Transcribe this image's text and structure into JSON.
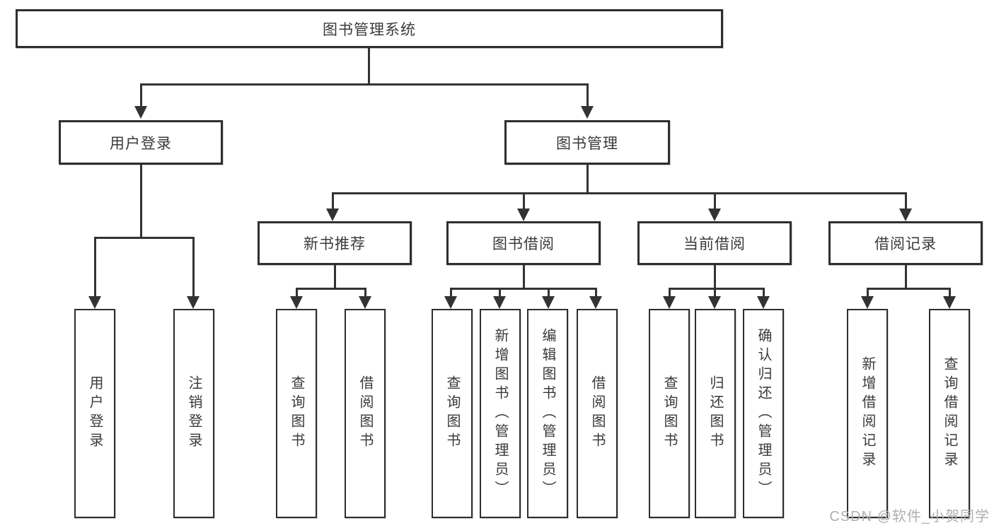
{
  "tree": {
    "root": "图书管理系统",
    "user": {
      "label": "用户登录",
      "children": [
        "用户登录",
        "注销登录"
      ]
    },
    "book": {
      "label": "图书管理",
      "sections": [
        {
          "label": "新书推荐",
          "children": [
            "查询图书",
            "借阅图书"
          ]
        },
        {
          "label": "图书借阅",
          "children": [
            "查询图书",
            "新增图书（管理员）",
            "编辑图书（管理员）",
            "借阅图书"
          ]
        },
        {
          "label": "当前借阅",
          "children": [
            "查询图书",
            "归还图书",
            "确认归还（管理员）"
          ]
        },
        {
          "label": "借阅记录",
          "children": [
            "新增借阅记录",
            "查询借阅记录"
          ]
        }
      ]
    }
  },
  "watermark": "CSDN @软件_小贺同学",
  "colors": {
    "line": "#333333",
    "box_border": "#2e2e2e",
    "text": "#3a3a3a",
    "watermark": "#b0b0b0",
    "background": "#ffffff"
  }
}
